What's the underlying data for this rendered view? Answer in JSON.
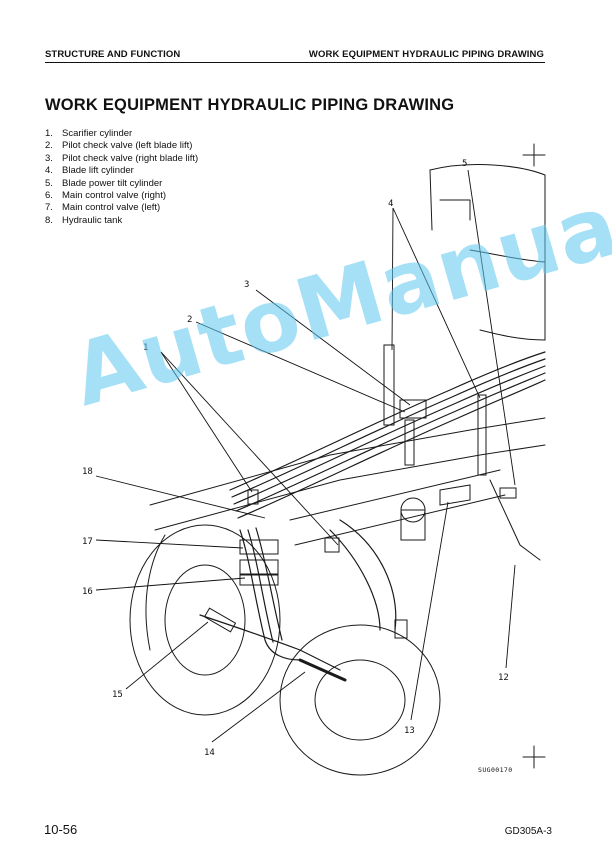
{
  "header": {
    "section": "STRUCTURE AND FUNCTION",
    "topic": "WORK EQUIPMENT HYDRAULIC PIPING DRAWING"
  },
  "title": "WORK EQUIPMENT HYDRAULIC PIPING DRAWING",
  "parts": [
    {
      "num": "1.",
      "label": "Scarifier cylinder"
    },
    {
      "num": "2.",
      "label": "Pilot check valve (left blade lift)"
    },
    {
      "num": "3.",
      "label": "Pilot check valve (right blade lift)"
    },
    {
      "num": "4.",
      "label": "Blade lift cylinder"
    },
    {
      "num": "5.",
      "label": "Blade power tilt cylinder"
    },
    {
      "num": "6.",
      "label": "Main control valve (right)"
    },
    {
      "num": "7.",
      "label": "Main control valve (left)"
    },
    {
      "num": "8.",
      "label": "Hydraulic tank"
    }
  ],
  "callouts": {
    "c1": "1",
    "c2": "2",
    "c3": "3",
    "c4": "4",
    "c5": "5",
    "c12": "12",
    "c13": "13",
    "c14": "14",
    "c15": "15",
    "c16": "16",
    "c17": "17",
    "c18": "18"
  },
  "figure_code": "SUG00170",
  "watermark": "AutoManual",
  "footer": {
    "page": "10-56",
    "model": "GD305A-3"
  }
}
